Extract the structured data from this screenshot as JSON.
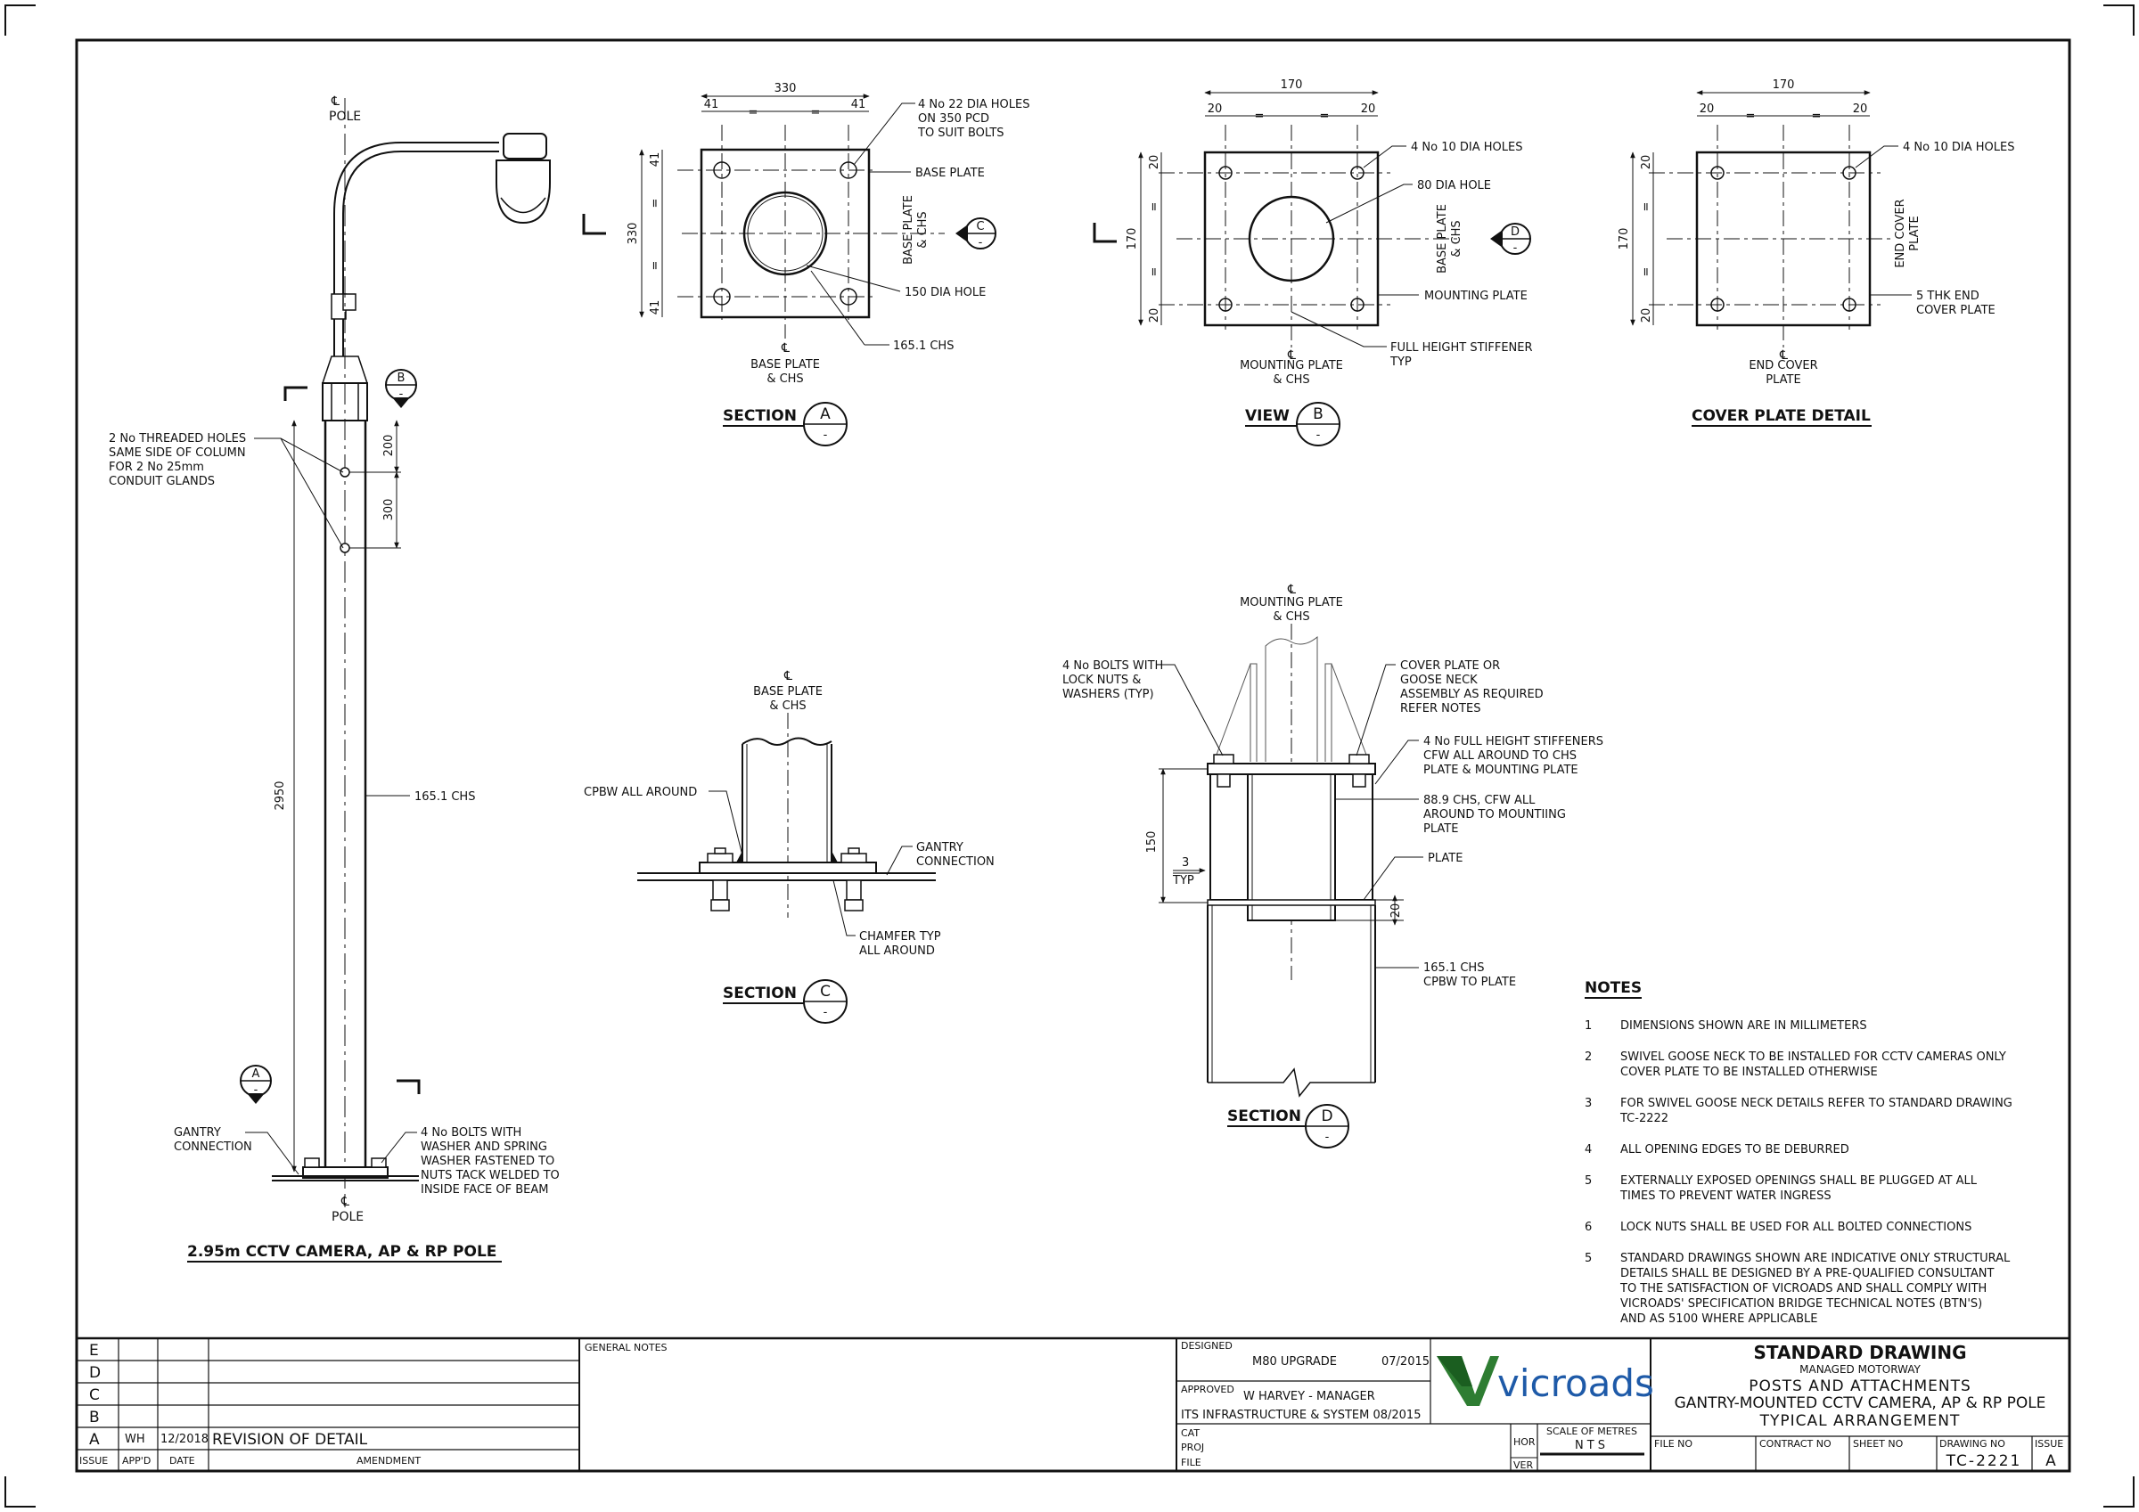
{
  "pole": {
    "cl_top": "POLE",
    "cl_bottom": "POLE",
    "threaded_holes": [
      "2 No THREADED HOLES",
      "SAME SIDE OF COLUMN",
      "FOR 2 No 25mm",
      "CONDUIT GLANDS"
    ],
    "dim_200": "200",
    "dim_300": "300",
    "dim_2950": "2950",
    "chs": "165.1 CHS",
    "gantry": [
      "GANTRY",
      "CONNECTION"
    ],
    "bolts": [
      "4 No BOLTS WITH",
      "WASHER AND SPRING",
      "WASHER FASTENED TO",
      "NUTS TACK WELDED TO",
      "INSIDE FACE OF BEAM"
    ],
    "marker_b": "B",
    "marker_a": "A",
    "marker_sub": "-",
    "title": "2.95m CCTV CAMERA, AP & RP POLE"
  },
  "section_a": {
    "dim_total": "330",
    "dim_edge": "41",
    "dim_eq": "=",
    "holes": [
      "4 No 22 DIA HOLES",
      "ON 350 PCD",
      "TO SUIT BOLTS"
    ],
    "base_plate": "BASE PLATE",
    "cl_side": [
      "BASE PLATE",
      "& CHS"
    ],
    "hole": "150 DIA HOLE",
    "chs": "165.1 CHS",
    "cl_bottom": [
      "BASE PLATE",
      "& CHS"
    ],
    "marker_c": "C",
    "label": "SECTION",
    "letter": "A",
    "sub": "-"
  },
  "view_b": {
    "dim_total": "170",
    "dim_edge": "20",
    "dim_eq": "=",
    "holes": "4 No 10 DIA HOLES",
    "hole80": "80 DIA HOLE",
    "cl_side": [
      "BASE PLATE",
      "& CHS"
    ],
    "mounting": "MOUNTING PLATE",
    "stiffener": [
      "FULL HEIGHT STIFFENER",
      "TYP"
    ],
    "cl_bottom": [
      "MOUNTING PLATE",
      "& CHS"
    ],
    "marker_d": "D",
    "label": "VIEW",
    "letter": "B",
    "sub": "-"
  },
  "cover": {
    "dim_total": "170",
    "dim_edge": "20",
    "dim_eq": "=",
    "holes": "4 No 10 DIA HOLES",
    "cl_side": [
      "END COVER",
      "PLATE"
    ],
    "thk": [
      "5 THK END",
      "COVER PLATE"
    ],
    "cl_bottom": [
      "END COVER",
      "PLATE"
    ],
    "title": "COVER PLATE DETAIL"
  },
  "section_c": {
    "cl_top": [
      "BASE PLATE",
      "& CHS"
    ],
    "cpbw": "CPBW ALL AROUND",
    "gantry": [
      "GANTRY",
      "CONNECTION"
    ],
    "chamfer": [
      "CHAMFER TYP",
      "ALL AROUND"
    ],
    "label": "SECTION",
    "letter": "C",
    "sub": "-"
  },
  "section_d": {
    "cl_top": [
      "MOUNTING PLATE",
      "& CHS"
    ],
    "bolts": [
      "4 No BOLTS WITH",
      "LOCK NUTS &",
      "WASHERS (TYP)"
    ],
    "cover": [
      "COVER PLATE OR",
      "GOOSE NECK",
      "ASSEMBLY AS REQUIRED",
      "REFER NOTES"
    ],
    "stiffeners": [
      "4 No FULL HEIGHT STIFFENERS",
      "CFW ALL AROUND TO CHS",
      "PLATE & MOUNTING PLATE"
    ],
    "chs889": [
      "88.9 CHS, CFW ALL",
      "AROUND TO MOUNTIING",
      "PLATE"
    ],
    "plate": "PLATE",
    "dim_150": "150",
    "dim_3": "3",
    "typ": "TYP",
    "dim_20": "20",
    "chs165": [
      "165.1 CHS",
      "CPBW TO PLATE"
    ],
    "label": "SECTION",
    "letter": "D",
    "sub": "-"
  },
  "notes": {
    "heading": "NOTES",
    "items": [
      {
        "n": "1",
        "lines": [
          "DIMENSIONS SHOWN ARE IN MILLIMETERS"
        ]
      },
      {
        "n": "2",
        "lines": [
          "SWIVEL GOOSE NECK TO BE INSTALLED FOR CCTV CAMERAS ONLY",
          "COVER PLATE TO BE INSTALLED OTHERWISE"
        ]
      },
      {
        "n": "3",
        "lines": [
          "FOR SWIVEL GOOSE NECK DETAILS REFER TO STANDARD DRAWING",
          "TC-2222"
        ]
      },
      {
        "n": "4",
        "lines": [
          "ALL OPENING EDGES TO BE DEBURRED"
        ]
      },
      {
        "n": "5",
        "lines": [
          "EXTERNALLY EXPOSED OPENINGS SHALL BE PLUGGED AT ALL",
          "TIMES TO PREVENT WATER INGRESS"
        ]
      },
      {
        "n": "6",
        "lines": [
          "LOCK NUTS SHALL BE USED FOR ALL BOLTED CONNECTIONS"
        ]
      },
      {
        "n": "5",
        "lines": [
          "STANDARD DRAWINGS SHOWN ARE INDICATIVE ONLY STRUCTURAL",
          "DETAILS SHALL BE DESIGNED BY A PRE-QUALIFIED CONSULTANT",
          "TO THE SATISFACTION OF VICROADS AND SHALL COMPLY WITH",
          "VICROADS' SPECIFICATION BRIDGE TECHNICAL NOTES (BTN'S)",
          "AND AS 5100 WHERE APPLICABLE"
        ]
      }
    ]
  },
  "title_block": {
    "issue_letters": [
      "E",
      "D",
      "C",
      "B",
      "A"
    ],
    "rev_a": {
      "appd": "WH",
      "date": "12/2018",
      "amendment": "REVISION OF DETAIL"
    },
    "header": {
      "issue": "ISSUE",
      "appd": "APP'D",
      "date": "DATE",
      "amendment": "AMENDMENT"
    },
    "general_notes": "GENERAL NOTES",
    "designed_label": "DESIGNED",
    "designed_value": "M80 UPGRADE",
    "designed_date": "07/2015",
    "approved_label": "APPROVED",
    "approved_value": "W HARVEY - MANAGER",
    "approved_line2": "ITS INFRASTRUCTURE & SYSTEM 08/2015",
    "cat": "CAT",
    "proj": "PROJ",
    "file": "FILE",
    "hor": "HOR",
    "ver": "VER",
    "scale_label": "SCALE OF METRES",
    "scale_value": "NTS",
    "logo_text": "vicroads",
    "std": "STANDARD DRAWING",
    "managed": "MANAGED MOTORWAY",
    "posts": "POSTS AND ATTACHMENTS",
    "gantry_title": "GANTRY-MOUNTED CCTV CAMERA, AP & RP POLE",
    "typical": "TYPICAL ARRANGEMENT",
    "file_no": "FILE NO",
    "contract_no": "CONTRACT NO",
    "sheet_no": "SHEET NO",
    "drawing_no": "DRAWING NO",
    "issue": "ISSUE",
    "drawing_value": "TC-2221",
    "issue_value": "A"
  }
}
